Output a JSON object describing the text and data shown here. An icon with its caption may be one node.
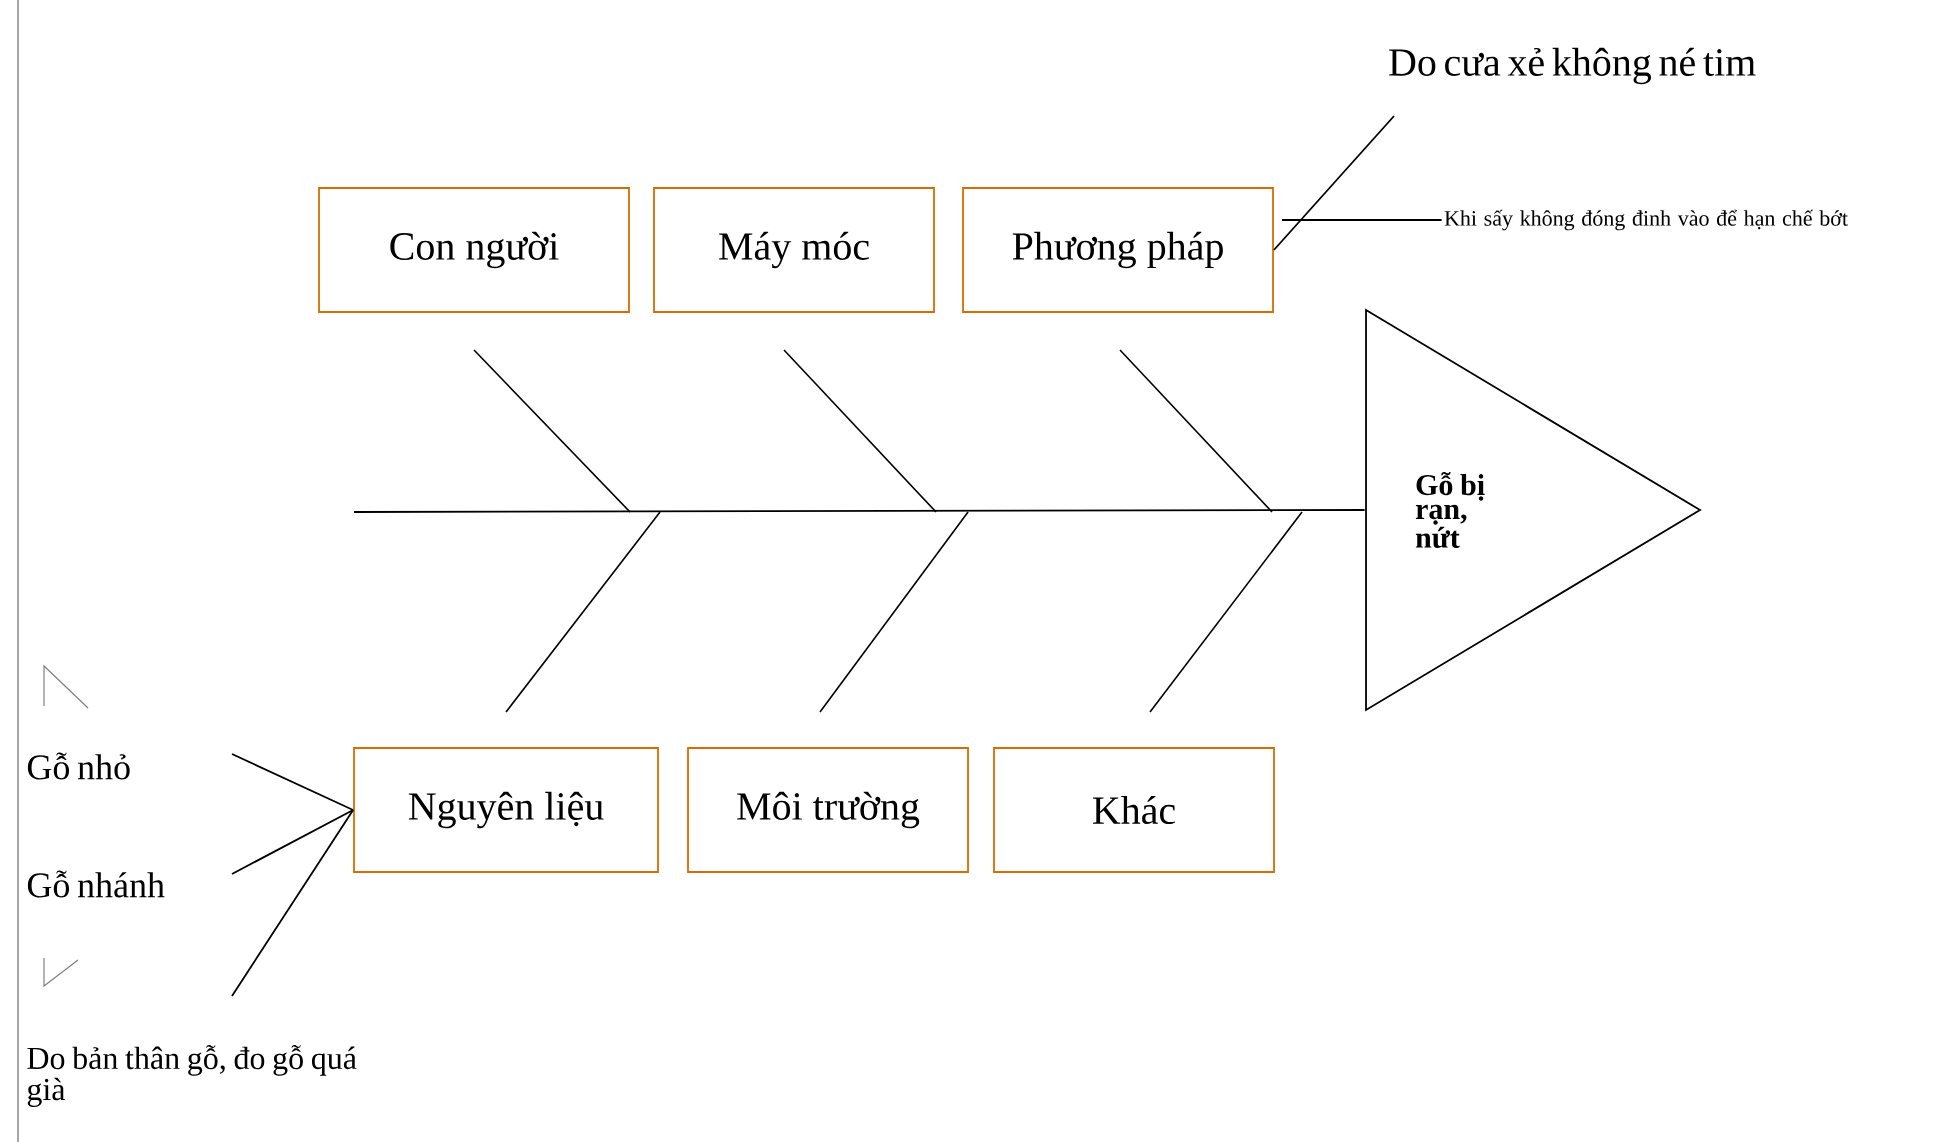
{
  "diagram": {
    "nodes": [
      {
        "text": [
          "Con người"
        ]
      },
      {
        "text": [
          "Máy móc"
        ]
      },
      {
        "text": [
          "Phương pháp"
        ]
      },
      {
        "text": [
          "Do cưa xẻ không né tim"
        ]
      },
      {
        "text": [
          "Khi sấy không đóng đinh vào để hạn chế bớt"
        ]
      },
      {
        "text": [
          "Gỗ bị rạn, nứt"
        ]
      },
      {
        "text": [
          "Gỗ nhỏ"
        ]
      },
      {
        "text": [
          "Gỗ nhánh"
        ]
      },
      {
        "text": [
          "Do bản thân gỗ, đo gỗ quá già"
        ]
      },
      {
        "text": [
          "Nguyên liệu"
        ]
      },
      {
        "text": [
          "Môi trường"
        ]
      },
      {
        "text": [
          "Khác"
        ]
      }
    ],
    "edges": [
      {
        "from": null,
        "to": 5,
        "arrow": "none"
      },
      {
        "from": 2,
        "to": 3,
        "arrow": "none"
      },
      {
        "from": 2,
        "to": 4,
        "arrow": "none"
      },
      {
        "from": 6,
        "to": 9,
        "arrow": "none"
      },
      {
        "from": 7,
        "to": 9,
        "arrow": "none"
      },
      {
        "from": 8,
        "to": 9,
        "arrow": "none"
      }
    ]
  }
}
